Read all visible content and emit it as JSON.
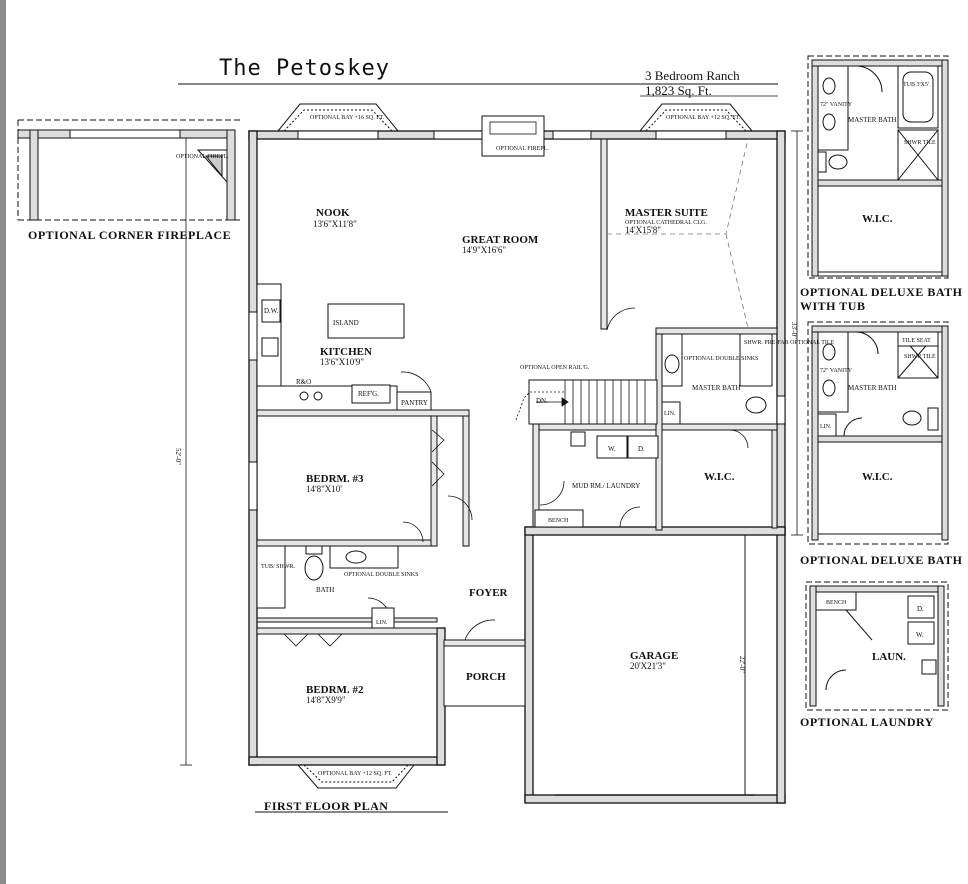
{
  "header": {
    "title": "The Petoskey",
    "subtitle_bedrooms": "3 Bedroom Ranch",
    "subtitle_sqft": "1,823 Sq. Ft."
  },
  "rooms": {
    "nook": {
      "name": "NOOK",
      "dims": "13'6\"X11'8\""
    },
    "great_room": {
      "name": "GREAT ROOM",
      "dims": "14'9\"X16'6\""
    },
    "master_suite": {
      "name": "MASTER SUITE",
      "note": "OPTIONAL CATHEDRAL CLG.",
      "dims": "14'X15'8\""
    },
    "kitchen": {
      "name": "KITCHEN",
      "dims": "13'6\"X10'9\""
    },
    "bedroom3": {
      "name": "BEDRM. #3",
      "dims": "14'8\"X10'"
    },
    "bedroom2": {
      "name": "BEDRM. #2",
      "dims": "14'8\"X9'9\""
    },
    "bath": {
      "name": "BATH"
    },
    "master_bath": {
      "name": "MASTER BATH"
    },
    "wic": {
      "name": "W.I.C."
    },
    "mudroom": {
      "name": "MUD RM./ LAUNDRY"
    },
    "foyer": {
      "name": "FOYER"
    },
    "porch": {
      "name": "PORCH"
    },
    "garage": {
      "name": "GARAGE",
      "dims": "20'X21'3\""
    }
  },
  "labels": {
    "optional_bay_16": "OPTIONAL BAY +16 SQ. FT.",
    "optional_bay_12": "OPTIONAL BAY +12 SQ. FT.",
    "optional_firepl": "OPTIONAL FIREPL.",
    "island": "ISLAND",
    "dw": "D.W.",
    "range": "R&O",
    "refg": "REF'G.",
    "pantry": "PANTRY",
    "open_rail": "OPTIONAL OPEN RAIL'G.",
    "down": "DN.",
    "lin": "LIN.",
    "washer": "W.",
    "dryer": "D.",
    "bench": "BENCH",
    "optional_double_sinks": "OPTIONAL DOUBLE SINKS",
    "tub_shwr": "TUB/ SHWR.",
    "shwr_prefab": "SHWR. PRE-FAB OPTIONAL TILE",
    "dim_52": "52'-0\"",
    "dim_33": "33'-0\"",
    "dim_22": "22'-0\"",
    "first_floor_plan": "FIRST FLOOR PLAN"
  },
  "insets": {
    "corner_fireplace": {
      "caption": "OPTIONAL CORNER FIREPLACE",
      "label": "OPTIONAL FIREPL."
    },
    "deluxe_bath_tub": {
      "caption_line1": "OPTIONAL DELUXE BATH",
      "caption_line2": "WITH TUB",
      "master_bath": "MASTER BATH",
      "vanity": "72\" VANITY",
      "tub": "TUB 3'X5'",
      "shwr_tile": "SHWR TILE",
      "wic": "W.I.C."
    },
    "deluxe_bath": {
      "caption": "OPTIONAL DELUXE BATH",
      "master_bath": "MASTER BATH",
      "vanity": "72\" VANITY",
      "tile_seat": "TILE SEAT",
      "shwr_tile": "SHWR TILE",
      "lin": "LIN.",
      "wic": "W.I.C."
    },
    "laundry": {
      "caption": "OPTIONAL LAUNDRY",
      "bench": "BENCH",
      "dryer": "D.",
      "washer": "W.",
      "laun": "LAUN."
    }
  }
}
